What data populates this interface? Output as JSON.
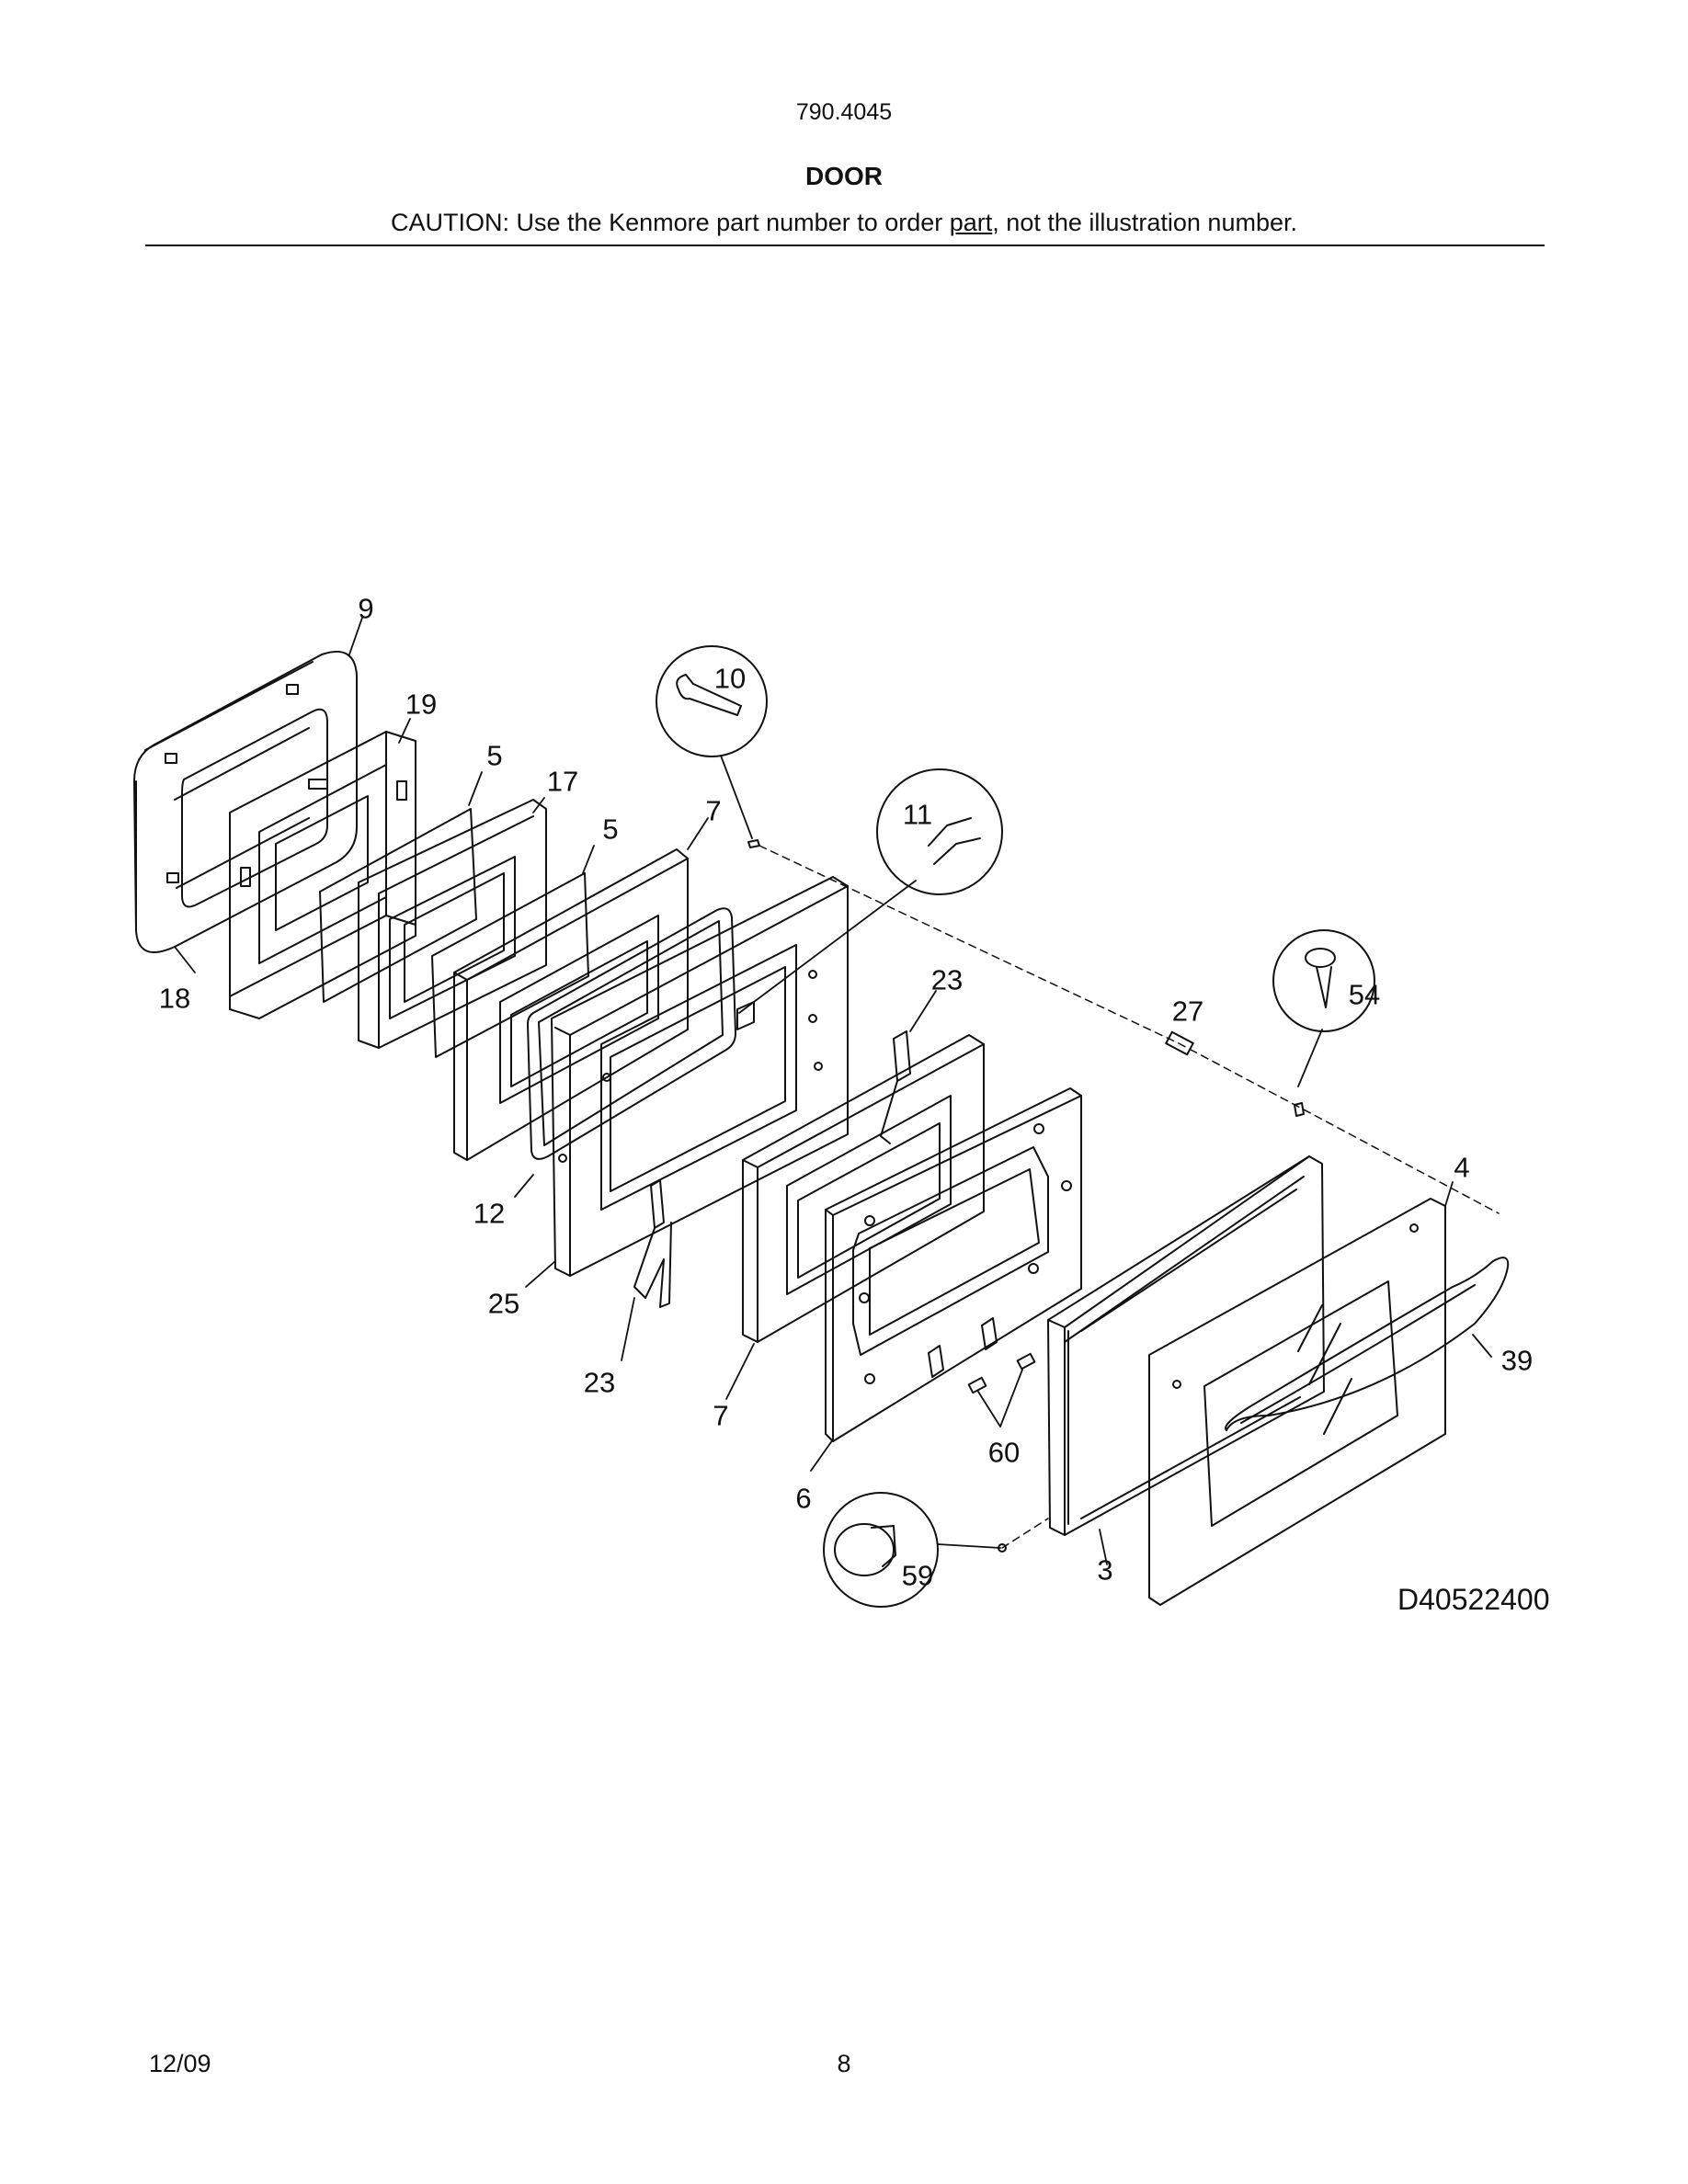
{
  "header": {
    "model": "790.4045",
    "title": "DOOR",
    "caution_before": "CAUTION: Use the Kenmore part number to order ",
    "caution_underlined": "part",
    "caution_after": ", not the illustration number."
  },
  "callouts": {
    "c9": "9",
    "c19": "19",
    "c5a": "5",
    "c17": "17",
    "c5b": "5",
    "c7a": "7",
    "c10": "10",
    "c11": "11",
    "c18": "18",
    "c23a": "23",
    "c27": "27",
    "c54": "54",
    "c12": "12",
    "c25": "25",
    "c23b": "23",
    "c7b": "7",
    "c4": "4",
    "c39": "39",
    "c60": "60",
    "c6": "6",
    "c59": "59",
    "c3": "3"
  },
  "drawing_number": "D40522400",
  "footer": {
    "date": "12/09",
    "page": "8"
  }
}
